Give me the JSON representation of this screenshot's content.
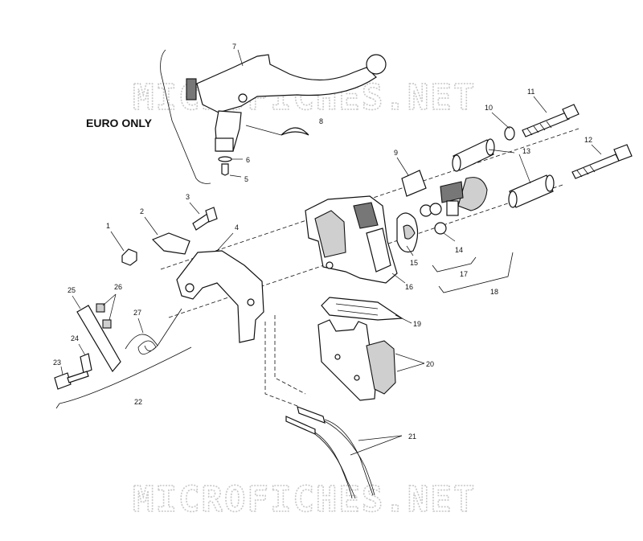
{
  "watermarks": [
    "MICROFICHES.NET",
    "MICROFICHES.NET"
  ],
  "region_label": "EURO ONLY",
  "part_numbers": [
    "1",
    "2",
    "3",
    "4",
    "5",
    "6",
    "7",
    "8",
    "9",
    "10",
    "11",
    "12",
    "13",
    "14",
    "15",
    "16",
    "17",
    "18",
    "19",
    "20",
    "21",
    "22",
    "23",
    "24",
    "25",
    "26",
    "27"
  ]
}
